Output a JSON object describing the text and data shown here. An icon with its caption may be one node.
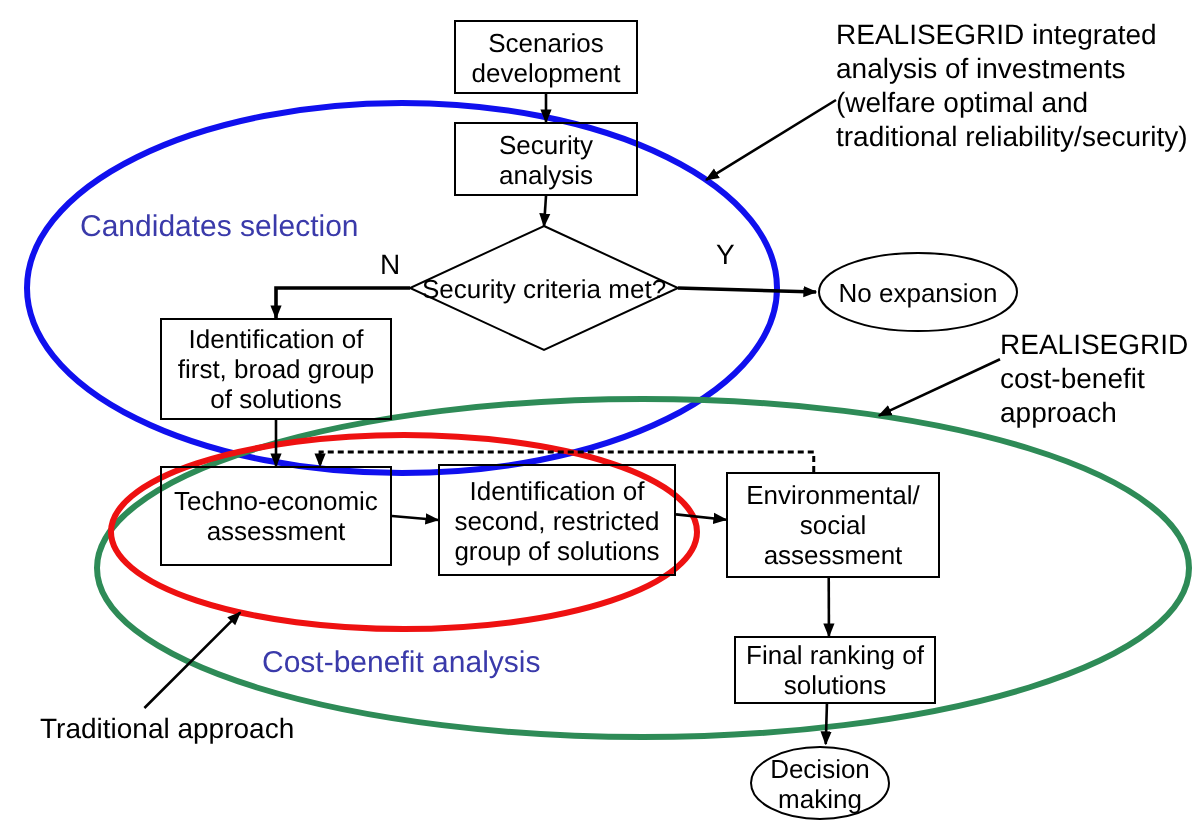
{
  "diagram": {
    "nodes": [
      {
        "text": [
          "Scenarios development"
        ]
      },
      {
        "text": [
          "Security analysis"
        ],
        "in": 10
      },
      {
        "text": [
          "Security criteria met?"
        ],
        "in": 10
      },
      {
        "text": [
          "No expansion"
        ]
      },
      {
        "text": [
          "Identification of first, broad group of solutions"
        ],
        "in": 10
      },
      {
        "text": [
          "Techno-economic assessment"
        ],
        "in": 12
      },
      {
        "text": [
          "Identification of second, restricted group of solutions"
        ],
        "in": 12
      },
      {
        "text": [
          "Environmental/ social assessment"
        ],
        "in": 11
      },
      {
        "text": [
          "Final ranking of solutions"
        ],
        "in": 11
      },
      {
        "text": [
          "Decision making"
        ]
      },
      {
        "text": [
          "Candidates selection"
        ]
      },
      {
        "text": [
          "Cost-benefit analysis"
        ]
      },
      {
        "text": [],
        "shape": "circle",
        "in": 11
      },
      {
        "text": [
          "REALISEGRID integrated analysis of investments (welfare optimal and traditional reliability/security)"
        ]
      },
      {
        "text": [
          "REALISEGRID cost-benefit approach"
        ]
      },
      {
        "text": [
          "Traditional approach"
        ]
      }
    ],
    "edges": [
      {
        "from": 0,
        "to": 1,
        "arrow": "to"
      },
      {
        "from": 1,
        "to": 2,
        "arrow": "to"
      },
      {
        "from": 2,
        "to": 3,
        "arrow": "to",
        "label": "Y"
      },
      {
        "from": 2,
        "to": 4,
        "arrow": "to",
        "label": "N"
      },
      {
        "from": 4,
        "to": 5,
        "arrow": "to"
      },
      {
        "from": 5,
        "to": 6,
        "arrow": "to"
      },
      {
        "from": 6,
        "to": 7,
        "arrow": "to"
      },
      {
        "from": 7,
        "to": 5,
        "arrow": "to",
        "style": "dashed"
      },
      {
        "from": 7,
        "to": 8,
        "arrow": "to"
      },
      {
        "from": 8,
        "to": 9,
        "arrow": "to"
      },
      {
        "from": 13,
        "to": 10,
        "arrow": "to"
      },
      {
        "from": 14,
        "to": 11,
        "arrow": "to"
      },
      {
        "from": 15,
        "to": 12,
        "arrow": "to"
      }
    ]
  }
}
